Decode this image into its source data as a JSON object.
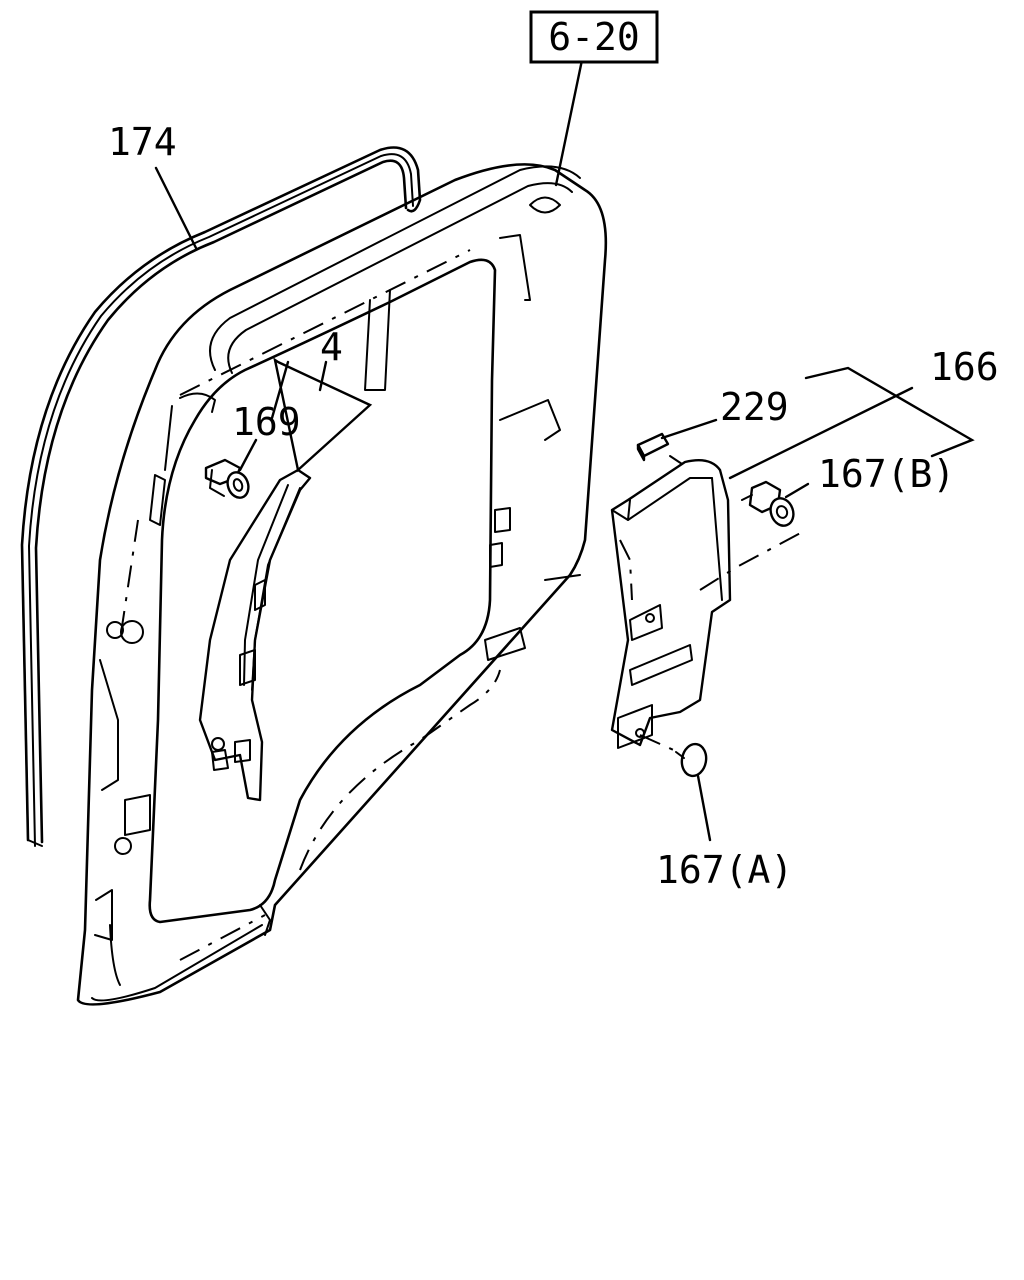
{
  "diagram": {
    "ref_box": "6-20",
    "callouts": {
      "c174": "174",
      "c4": "4",
      "c169": "169",
      "c229": "229",
      "c166": "166",
      "c167b": "167(B)",
      "c167a": "167(A)"
    }
  }
}
